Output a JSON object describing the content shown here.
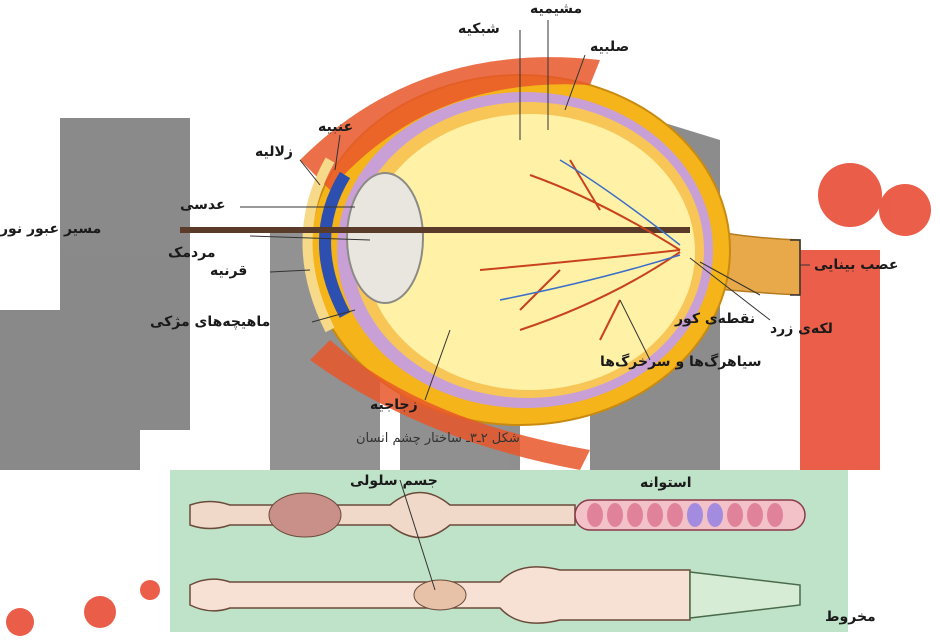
{
  "eye_labels": {
    "mashimieh": "مشیمیه",
    "shabakieh": "شبکیه",
    "sołbieh": "صلبیه",
    "onbieh": "عنبیه",
    "zelalieh": "زلالیه",
    "adasi": "عدسی",
    "masir": "مسیر عبور نور",
    "mardomak": "مردمک",
    "ghaznieh": "قرنیه",
    "mahichehha": "ماهیچه‌های مژکی",
    "zojajieh": "زجاجیه",
    "asab": "عصب بینایی",
    "noghteh_kour": "نقطه‌ی کور",
    "lakeh_zard": "لکه‌ی زرد",
    "siyahrag": "سیاهرگ‌ها و سرخرگ‌ها"
  },
  "caption": "شکل ۲ـ۳ـ ساختار چشم انسان",
  "cell_labels": {
    "jesm_sellouli": "جسم سلولی",
    "ostovaneh": "استوانه",
    "makhroutt": "مخروط"
  },
  "colors": {
    "sclera": "#f4b41a",
    "vitreous": "#fff1a6",
    "nerve": "#e8a94a",
    "vessel_red": "#c8431d",
    "vessel_blue": "#3a6fc9",
    "watermark_gray": "#6f6f6f",
    "watermark_red": "#e53a22",
    "cell_panel": "#bfe3c8"
  }
}
